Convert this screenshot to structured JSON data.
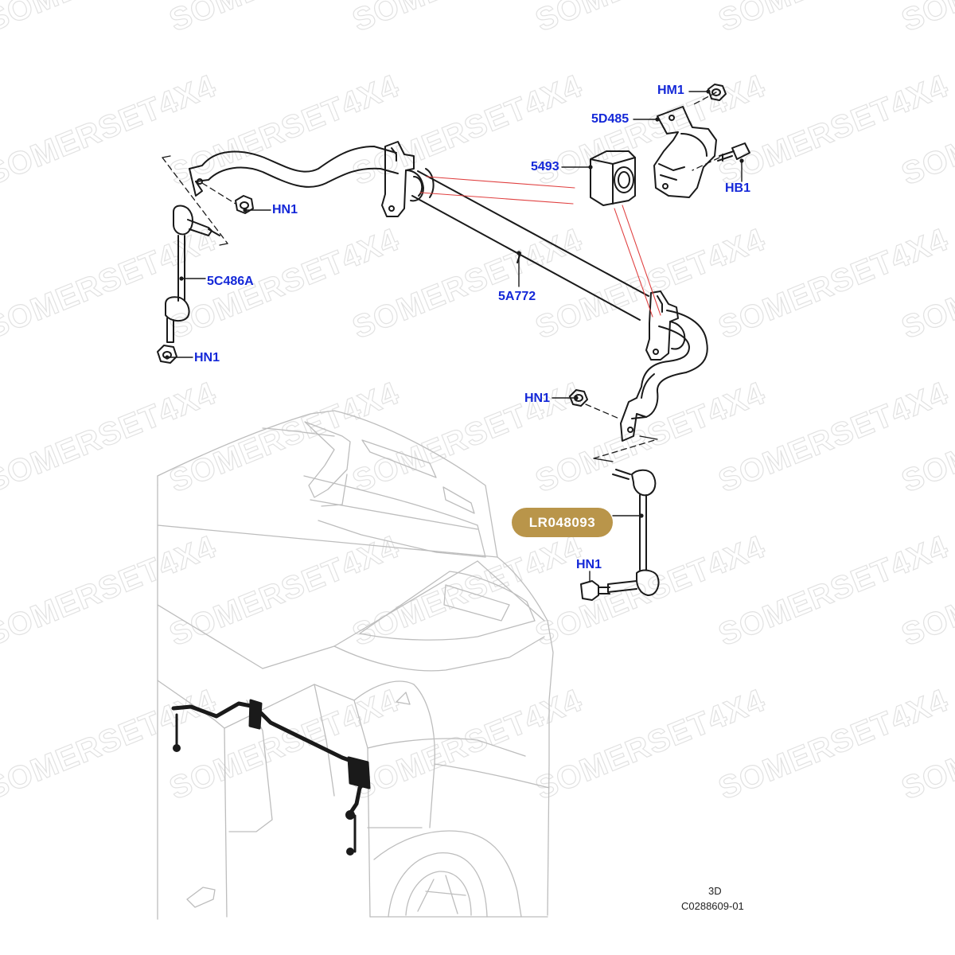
{
  "watermark": {
    "text": "SOMERSET4X4"
  },
  "colors": {
    "callout": "#1428d8",
    "badge_bg": "#b9954a",
    "badge_text": "#ffffff",
    "leader_red": "#e04040"
  },
  "callouts": {
    "hm1": "HM1",
    "b5d485": "5D485",
    "p5493": "5493",
    "hb1": "HB1",
    "hn1_top": "HN1",
    "c5c486a": "5C486A",
    "hn1_left": "HN1",
    "c5a772": "5A772",
    "hn1_mid": "HN1",
    "hn1_low": "HN1"
  },
  "part_badge": "LR048093",
  "footer": {
    "view": "3D",
    "code": "C0288609-01"
  }
}
